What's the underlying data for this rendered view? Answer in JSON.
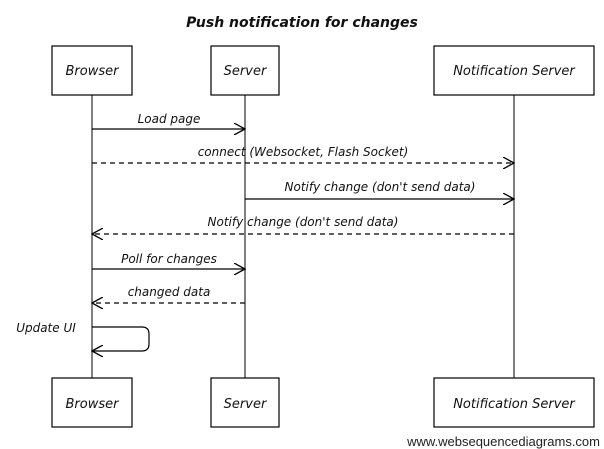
{
  "diagram": {
    "title": "Push notification for changes",
    "participants": [
      {
        "id": "browser",
        "label": "Browser"
      },
      {
        "id": "server",
        "label": "Server"
      },
      {
        "id": "notification_server",
        "label": "Notification Server"
      }
    ],
    "messages": [
      {
        "from": "browser",
        "to": "server",
        "label": "Load page",
        "style": "solid"
      },
      {
        "from": "browser",
        "to": "notification_server",
        "label": "connect (Websocket, Flash Socket)",
        "style": "dashed"
      },
      {
        "from": "server",
        "to": "notification_server",
        "label": "Notify change (don't send data)",
        "style": "solid"
      },
      {
        "from": "notification_server",
        "to": "browser",
        "label": "Notify change (don't send data)",
        "style": "dashed"
      },
      {
        "from": "browser",
        "to": "server",
        "label": "Poll for changes",
        "style": "solid"
      },
      {
        "from": "server",
        "to": "browser",
        "label": "changed data",
        "style": "dashed"
      },
      {
        "from": "browser",
        "to": "browser",
        "label": "Update UI",
        "style": "solid"
      }
    ],
    "credit": "www.websequencediagrams.com"
  }
}
